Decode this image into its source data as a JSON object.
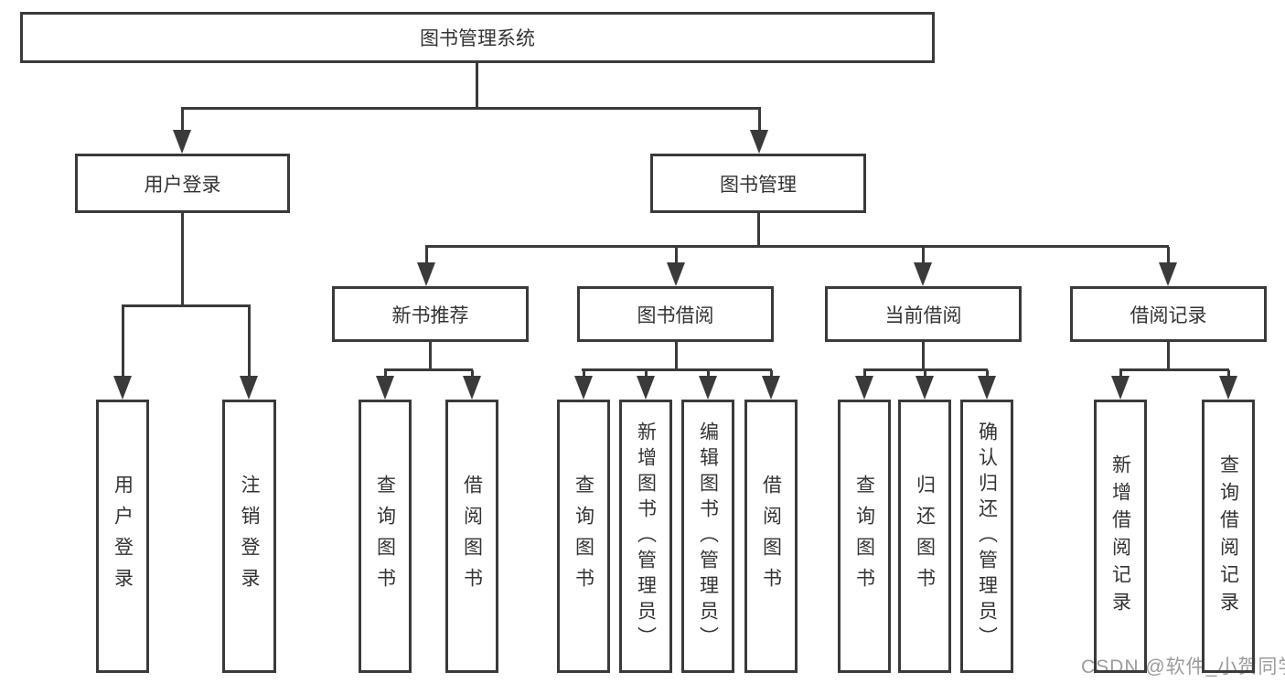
{
  "tree": {
    "root": "图书管理系统",
    "branches": [
      {
        "label": "用户登录",
        "children": [
          "用户登录",
          "注销登录"
        ]
      },
      {
        "label": "图书管理",
        "groups": [
          {
            "label": "新书推荐",
            "children": [
              "查询图书",
              "借阅图书"
            ]
          },
          {
            "label": "图书借阅",
            "children": [
              "查询图书",
              "新增图书（管理员）",
              "编辑图书（管理员）",
              "借阅图书"
            ]
          },
          {
            "label": "当前借阅",
            "children": [
              "查询图书",
              "归还图书",
              "确认归还（管理员）"
            ]
          },
          {
            "label": "借阅记录",
            "children": [
              "新增借阅记录",
              "查询借阅记录"
            ]
          }
        ]
      }
    ]
  },
  "watermark": {
    "text": "CSDN @软件_小贺同学"
  },
  "colors": {
    "line": "#3a3a3a",
    "text": "#333333",
    "watermark": "#9b9b9b"
  }
}
